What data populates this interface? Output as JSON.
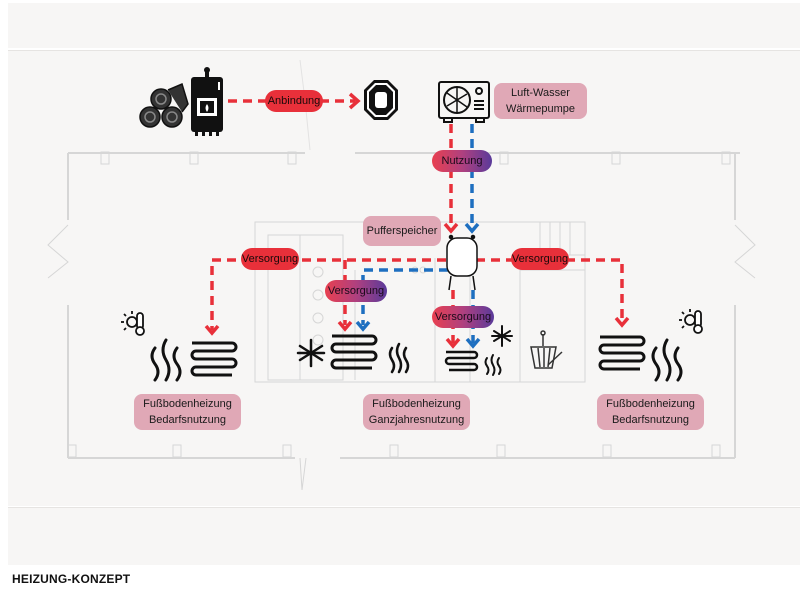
{
  "caption": "HEIZUNG-KONZEPT",
  "labels": {
    "anbindung": "Anbindung",
    "heat_pump_line1": "Luft-Wasser",
    "heat_pump_line2": "Wärmepumpe",
    "nutzung": "Nutzung",
    "pufferspeicher": "Pufferspeicher",
    "versorgung_left": "Versorgung",
    "versorgung_right": "Versorgung",
    "versorgung_mid": "Versorgung",
    "versorgung_center": "Versorgung",
    "zone_left_line1": "Fußbodenheizung",
    "zone_left_line2": "Bedarfsnutzung",
    "zone_center_line1": "Fußbodenheizung",
    "zone_center_line2": "Ganzjahresnutzung",
    "zone_right_line1": "Fußbodenheizung",
    "zone_right_line2": "Bedarfsnutzung"
  },
  "colors": {
    "hot": "#e8303a",
    "cold": "#1e6fc0",
    "mixed_start": "#e84050",
    "mixed_end": "#5a3a9a",
    "info_box": "#e0a8b6",
    "icon": "#111111",
    "floorplan": "#d4d4d4"
  },
  "icons": [
    "firewood-icon",
    "wood-boiler-icon",
    "stop-hand-icon",
    "heat-pump-icon",
    "buffer-tank-icon",
    "weather-thermometer-icon",
    "heat-waves-icon",
    "underfloor-coil-icon",
    "snowflake-icon",
    "sauna-bucket-icon"
  ]
}
